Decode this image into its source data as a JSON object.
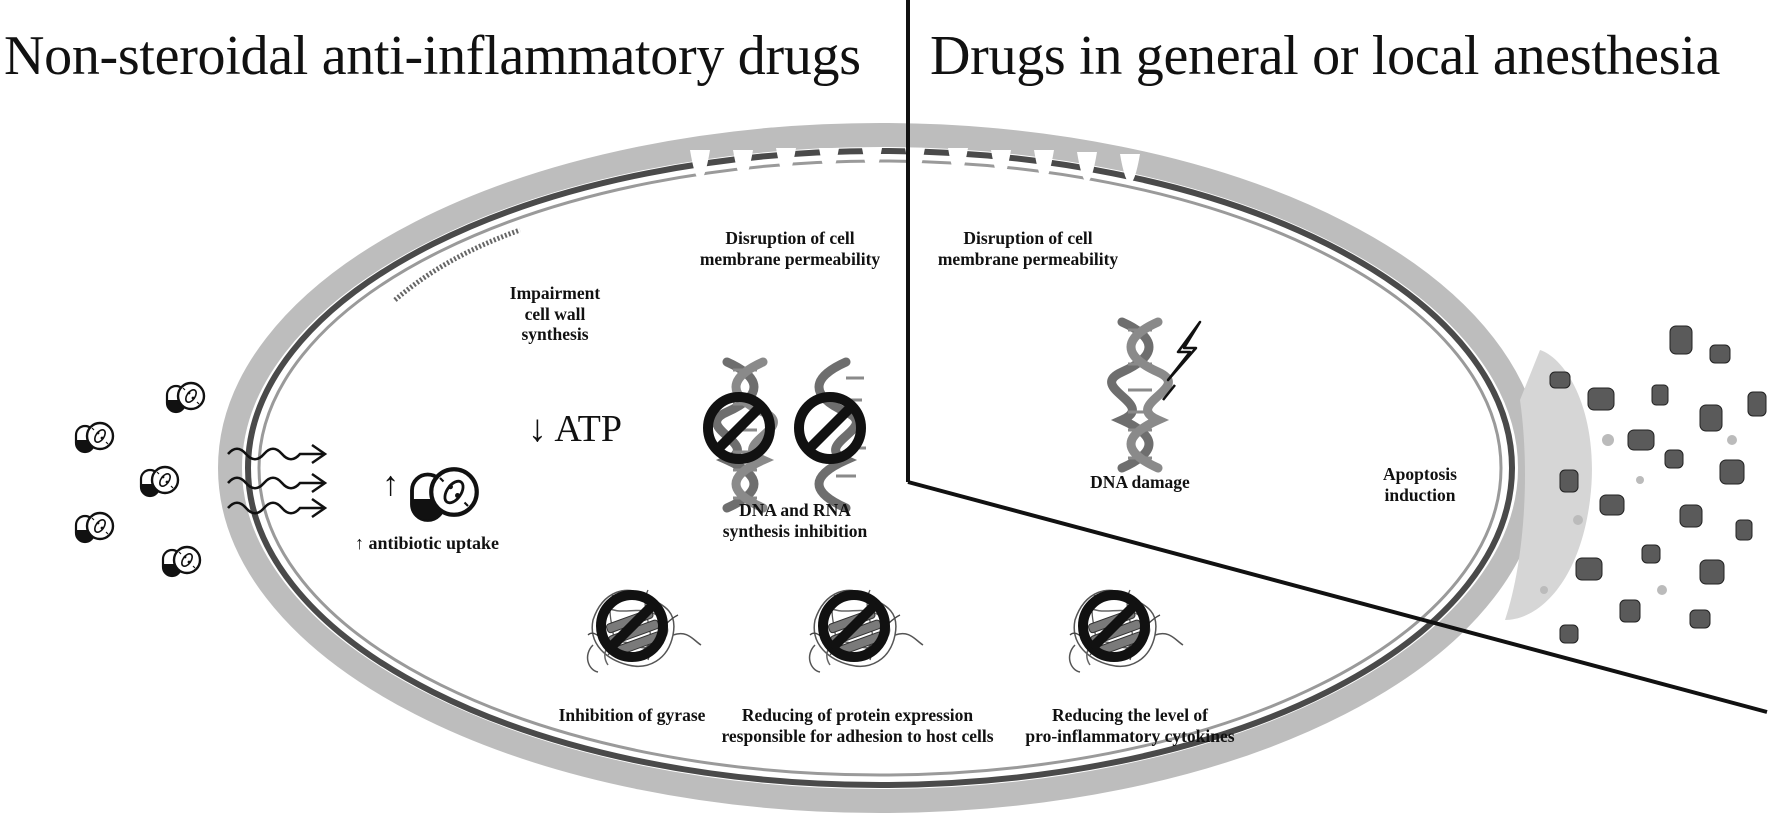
{
  "headings": {
    "left": "Non-steroidal anti-inflammatory drugs",
    "right": "Drugs in general or local anesthesia"
  },
  "labels": {
    "impairment": [
      "Impairment",
      "cell wall",
      "synthesis"
    ],
    "disruption_left": [
      "Disruption of cell",
      "membrane permeability"
    ],
    "disruption_right": [
      "Disruption of cell",
      "membrane permeability"
    ],
    "atp": "↓ ATP",
    "uptake_arrow": "↑",
    "uptake": "↑ antibiotic uptake",
    "dna_rna": [
      "DNA and RNA",
      "synthesis inhibition"
    ],
    "dna_damage": "DNA damage",
    "apoptosis": [
      "Apoptosis",
      "induction"
    ],
    "gyrase": "Inhibition of gyrase",
    "protein_expression": [
      "Reducing of protein expression",
      "responsible for adhesion to host cells"
    ],
    "cytokines": [
      "Reducing the level of",
      "pro-inflammatory cytokines"
    ]
  },
  "colors": {
    "outer_wall": "#bdbdbd",
    "membrane": "#4a4a4a",
    "inner_wall": "#9a9a9a",
    "ink": "#111111",
    "dna": "#6e6e6e",
    "protein": "#777777"
  },
  "icons": {
    "pill": "antibiotic-pill-icon",
    "wave": "wave-arrow-icon",
    "dna": "dna-helix-icon",
    "prohibited": "prohibited-icon",
    "protein": "protein-structure-icon",
    "lightning": "lightning-icon",
    "debris": "cell-fragment-debris"
  }
}
